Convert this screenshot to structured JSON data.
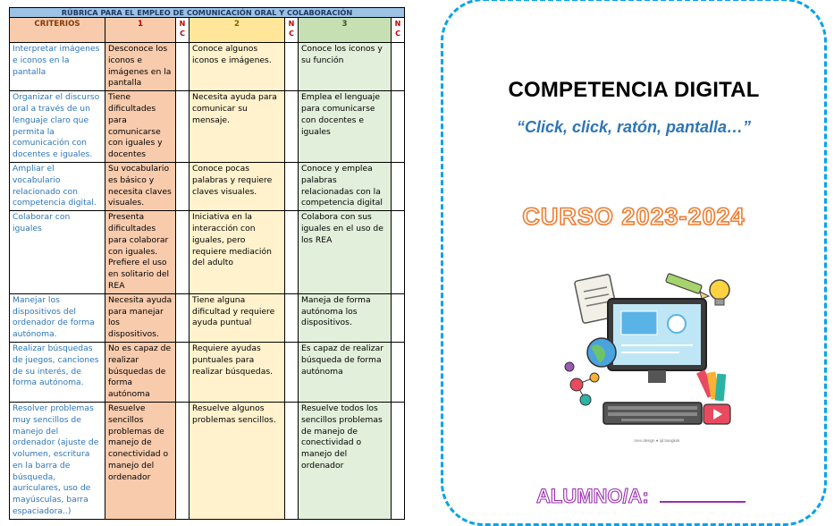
{
  "rubric": {
    "title": "RÚBRICA PARA EL EMPLEO DE COMUNICACIÓN ORAL Y COLABORACIÓN",
    "headers": {
      "criterios": "CRITERIOS",
      "l1": "1",
      "l2": "2",
      "l3": "3",
      "nc": "N C"
    },
    "rows": [
      {
        "criterio": "Interpretar imágenes e iconos en la pantalla",
        "l1": "Desconoce los iconos e imágenes en la pantalla",
        "l2": "Conoce algunos iconos e imágenes.",
        "l3": "Conoce los iconos y su función"
      },
      {
        "criterio": "Organizar el discurso oral a través de un lenguaje claro que permita la comunicación con docentes e iguales.",
        "l1": "Tiene dificultades para comunicarse con iguales y docentes",
        "l2": "Necesita ayuda para comunicar su mensaje.",
        "l3": "Emplea el lenguaje para comunicarse con docentes e iguales"
      },
      {
        "criterio": "Ampliar el vocabulario relacionado con competencia digital.",
        "l1": "Su vocabulario es básico y necesita claves visuales.",
        "l2": "Conoce pocas palabras y requiere claves visuales.",
        "l3": "Conoce y emplea palabras relacionadas con la competencia digital"
      },
      {
        "criterio": "Colaborar con iguales",
        "l1": "Presenta dificultades para colaborar con iguales. Prefiere el uso en solitario del REA",
        "l2": "Iniciativa en la interacción con iguales, pero requiere mediación del adulto",
        "l3": "Colabora con sus iguales en el uso de los REA"
      },
      {
        "criterio": "Manejar los dispositivos del ordenador de forma autónoma.",
        "l1": "Necesita ayuda para manejar los dispositivos.",
        "l2": "Tiene alguna dificultad y requiere ayuda puntual",
        "l3": "Maneja de forma autónoma los dispositivos."
      },
      {
        "criterio": "Realizar búsquedas de juegos, canciones de su interés, de forma autónoma.",
        "l1": "No es capaz de realizar búsquedas de forma autónoma",
        "l2": "Requiere ayudas puntuales para realizar búsquedas.",
        "l3": "Es capaz de realizar búsqueda de forma autónoma"
      },
      {
        "criterio": "Resolver problemas muy sencillos de manejo del ordenador (ajuste de volumen, escritura en la barra de búsqueda, auriculares, uso de mayúsculas, barra espaciadora..)",
        "l1": "Resuelve sencillos problemas de manejo de conectividad o manejo del ordenador",
        "l2": "Resuelve algunos problemas sencillos.",
        "l3": "Resuelve todos los sencillos problemas de manejo de conectividad o manejo del ordenador"
      }
    ]
  },
  "cover": {
    "title": "COMPETENCIA DIGITAL",
    "subtitle": "“Click, click, ratón, pantalla…”",
    "year": "CURSO 2023-2024",
    "credit": "mex.design ● ijd bangkok",
    "student_label": "ALUMNO/A:"
  },
  "colors": {
    "accent_blue": "#2e75b6",
    "border_blue": "#00a3e8",
    "orange": "#ed7d31",
    "purple": "#9b2fae"
  }
}
